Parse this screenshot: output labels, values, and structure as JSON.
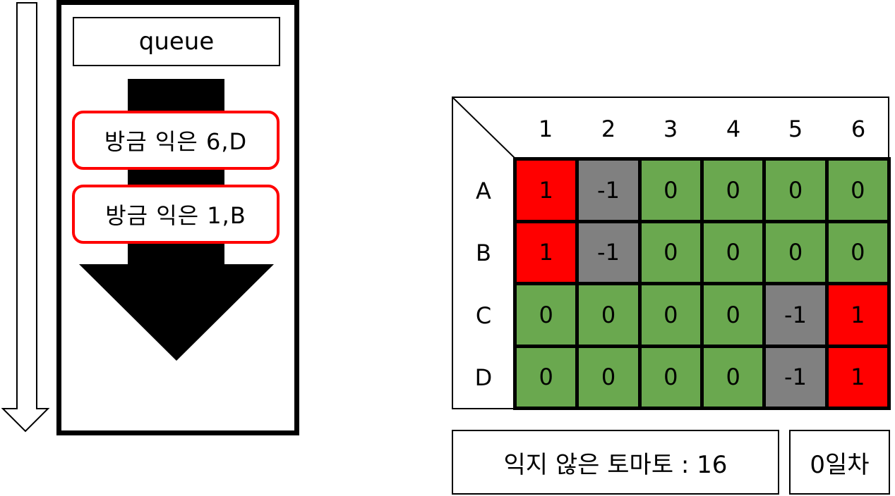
{
  "queue": {
    "label": "queue",
    "items": [
      "방금 익은 6,D",
      "방금 익은 1,B"
    ]
  },
  "grid": {
    "columns": [
      "1",
      "2",
      "3",
      "4",
      "5",
      "6"
    ],
    "rows": [
      "A",
      "B",
      "C",
      "D"
    ],
    "cells": [
      [
        "1",
        "-1",
        "0",
        "0",
        "0",
        "0"
      ],
      [
        "1",
        "-1",
        "0",
        "0",
        "0",
        "0"
      ],
      [
        "0",
        "0",
        "0",
        "0",
        "-1",
        "1"
      ],
      [
        "0",
        "0",
        "0",
        "0",
        "-1",
        "1"
      ]
    ],
    "colors": {
      "1": "#ff0000",
      "-1": "#808080",
      "0": "#6aa84f"
    }
  },
  "status": {
    "unripe_text": "익지 않은 토마토 : 16",
    "day_text": "0일차"
  }
}
